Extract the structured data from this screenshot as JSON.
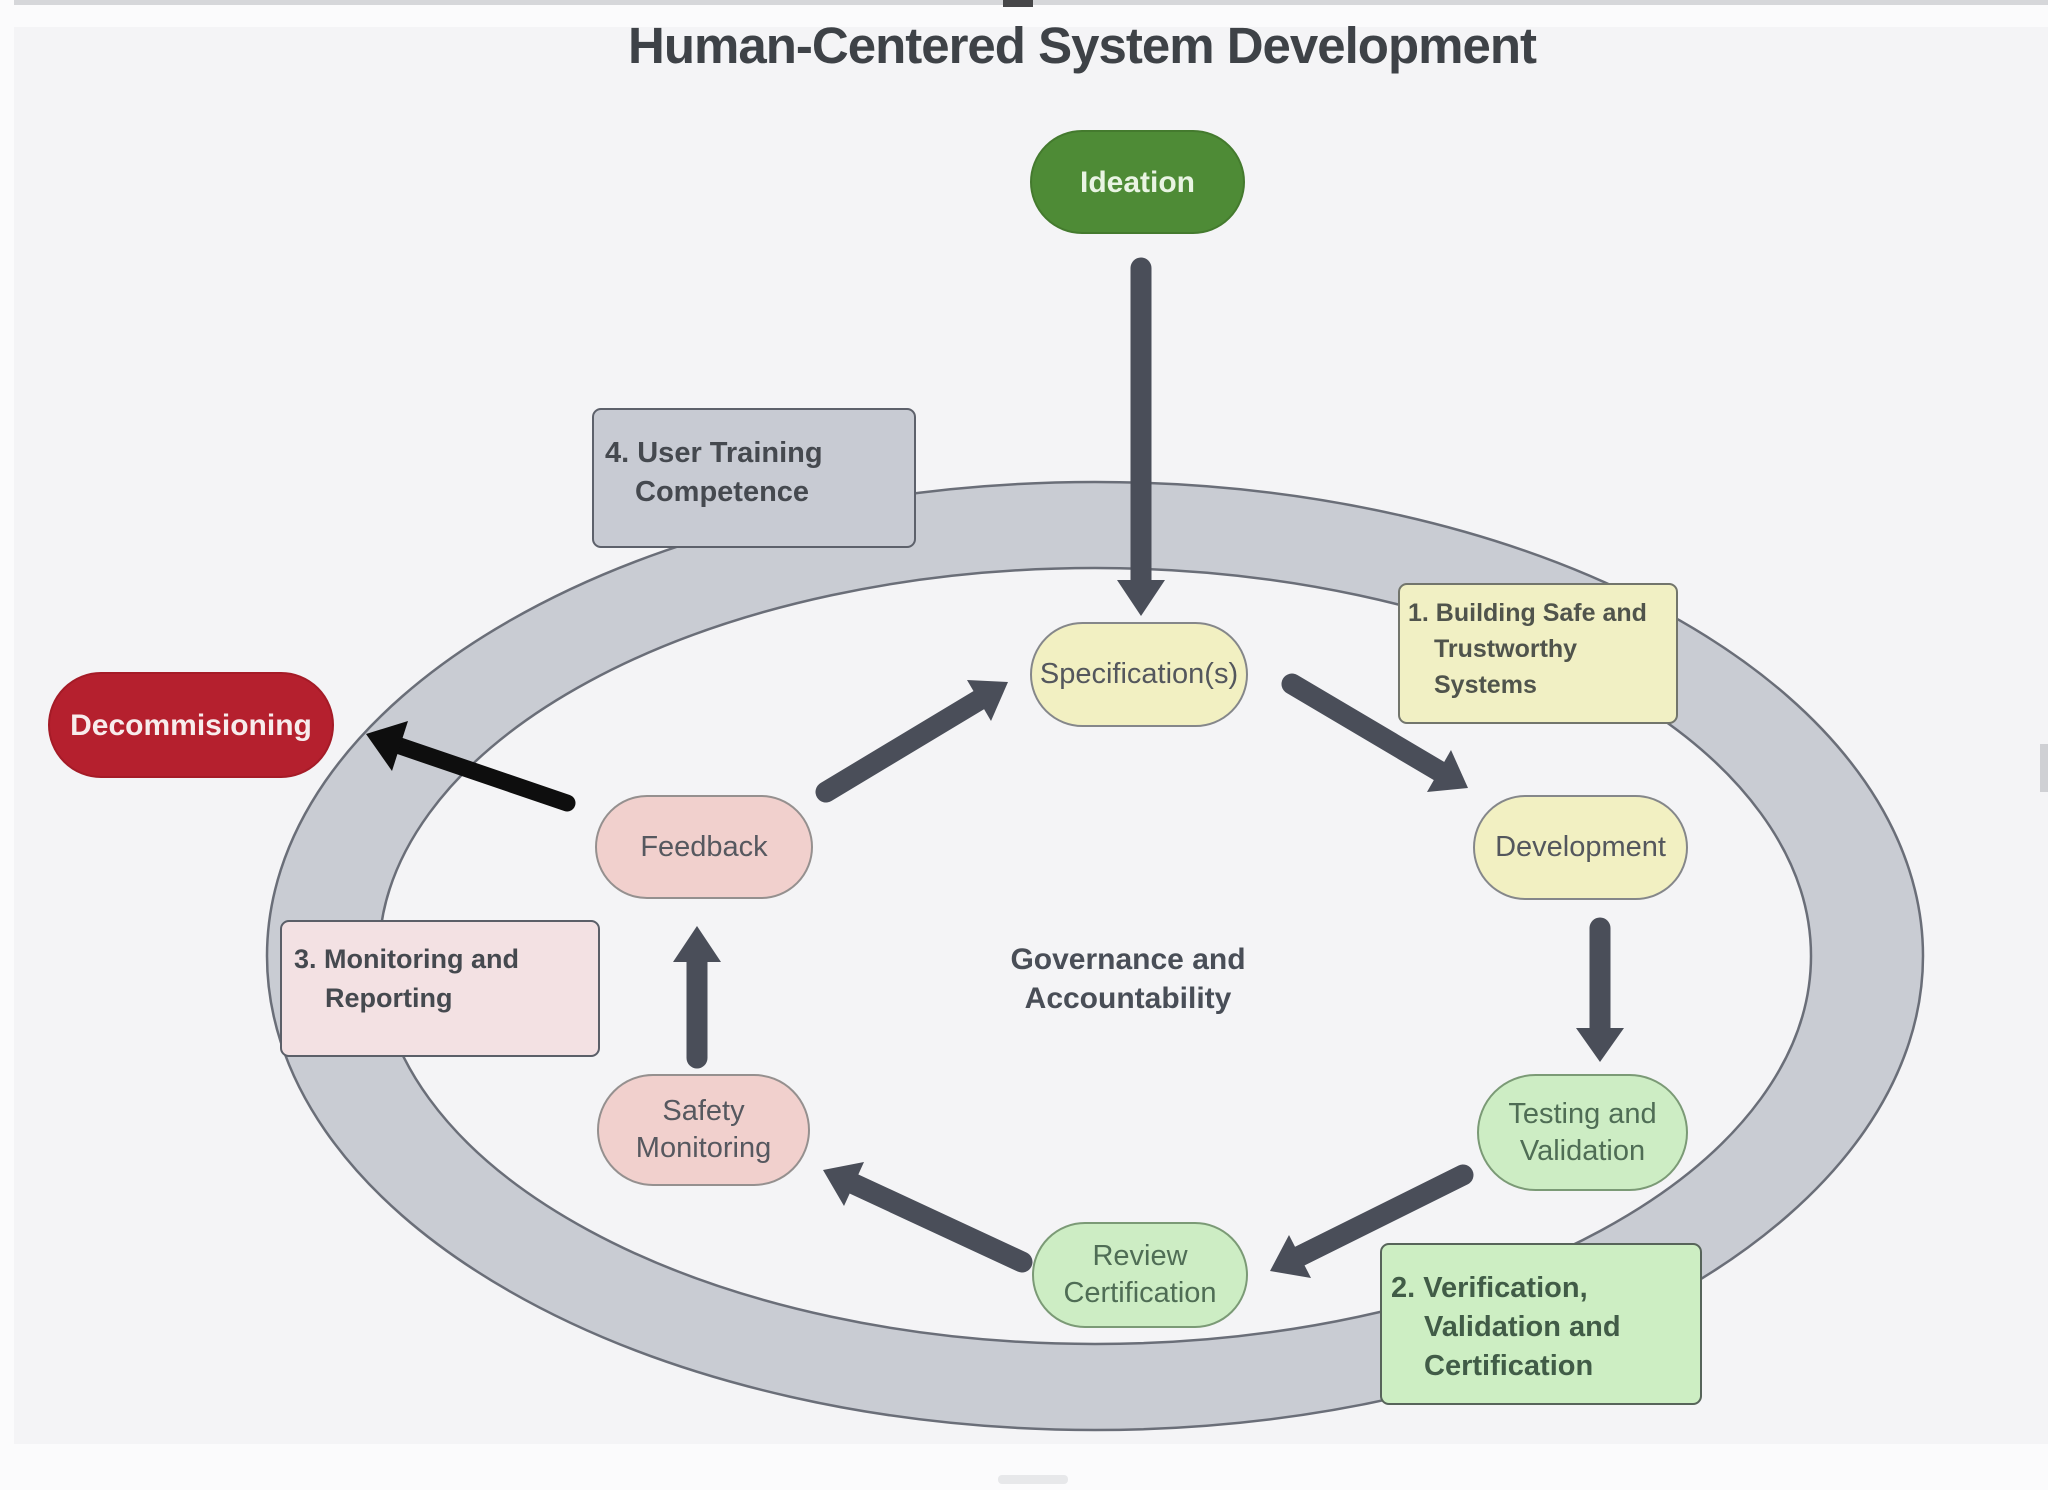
{
  "title": "Human-Centered System Development",
  "center": {
    "line1": "Governance and",
    "line2": "Accountability"
  },
  "nodes": {
    "ideation": {
      "label": "Ideation",
      "color": "#4e8b36"
    },
    "specification": {
      "label": "Specification(s)",
      "color": "#f2f0c2"
    },
    "development": {
      "label": "Development",
      "color": "#f2f0c2"
    },
    "testing": {
      "line1": "Testing and",
      "line2": "Validation",
      "color": "#cdedc4"
    },
    "review": {
      "line1": "Review",
      "line2": "Certification",
      "color": "#cdedc4"
    },
    "safety": {
      "line1": "Safety",
      "line2": "Monitoring",
      "color": "#f1d0cd"
    },
    "feedback": {
      "label": "Feedback",
      "color": "#f1d0cd"
    },
    "decommissioning": {
      "label": "Decommisioning",
      "color": "#b5202e"
    }
  },
  "callouts": {
    "user_training": {
      "line1": "4. User Training",
      "line2": "Competence",
      "color": "#c8cbd3"
    },
    "building_safe": {
      "line1": "1. Building Safe and",
      "line2": "Trustworthy",
      "line3": "Systems",
      "color": "#f1f0c4"
    },
    "monitoring": {
      "line1": "3. Monitoring and",
      "line2": "Reporting",
      "color": "#f3e1e3"
    },
    "verification": {
      "line1": "2. Verification,",
      "line2": "Validation and",
      "line3": "Certification",
      "color": "#cdeec3"
    }
  },
  "colors": {
    "background": "#f4f4f6",
    "ring_fill": "#c9ccd3",
    "ring_border": "#6a6e78",
    "arrow": "#4a4e59",
    "arrow_black": "#0e0e0e",
    "title_text": "#3e4247"
  }
}
